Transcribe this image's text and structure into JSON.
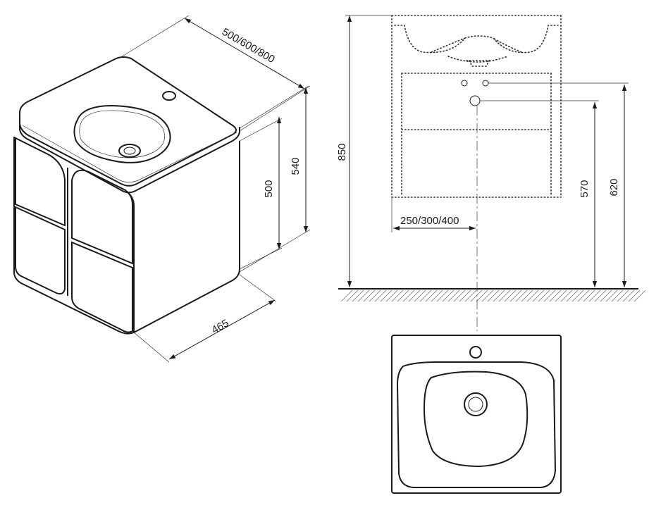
{
  "iso_view": {
    "width_label": "500/600/800",
    "cabinet_height_label": "500",
    "total_height_label": "540",
    "depth_label": "465"
  },
  "front_view": {
    "install_height_label": "850",
    "center_offset_label": "250/300/400",
    "drain_height_label": "570",
    "supply_height_label": "620"
  },
  "colors": {
    "line": "#1a1a1a",
    "background": "#ffffff"
  }
}
